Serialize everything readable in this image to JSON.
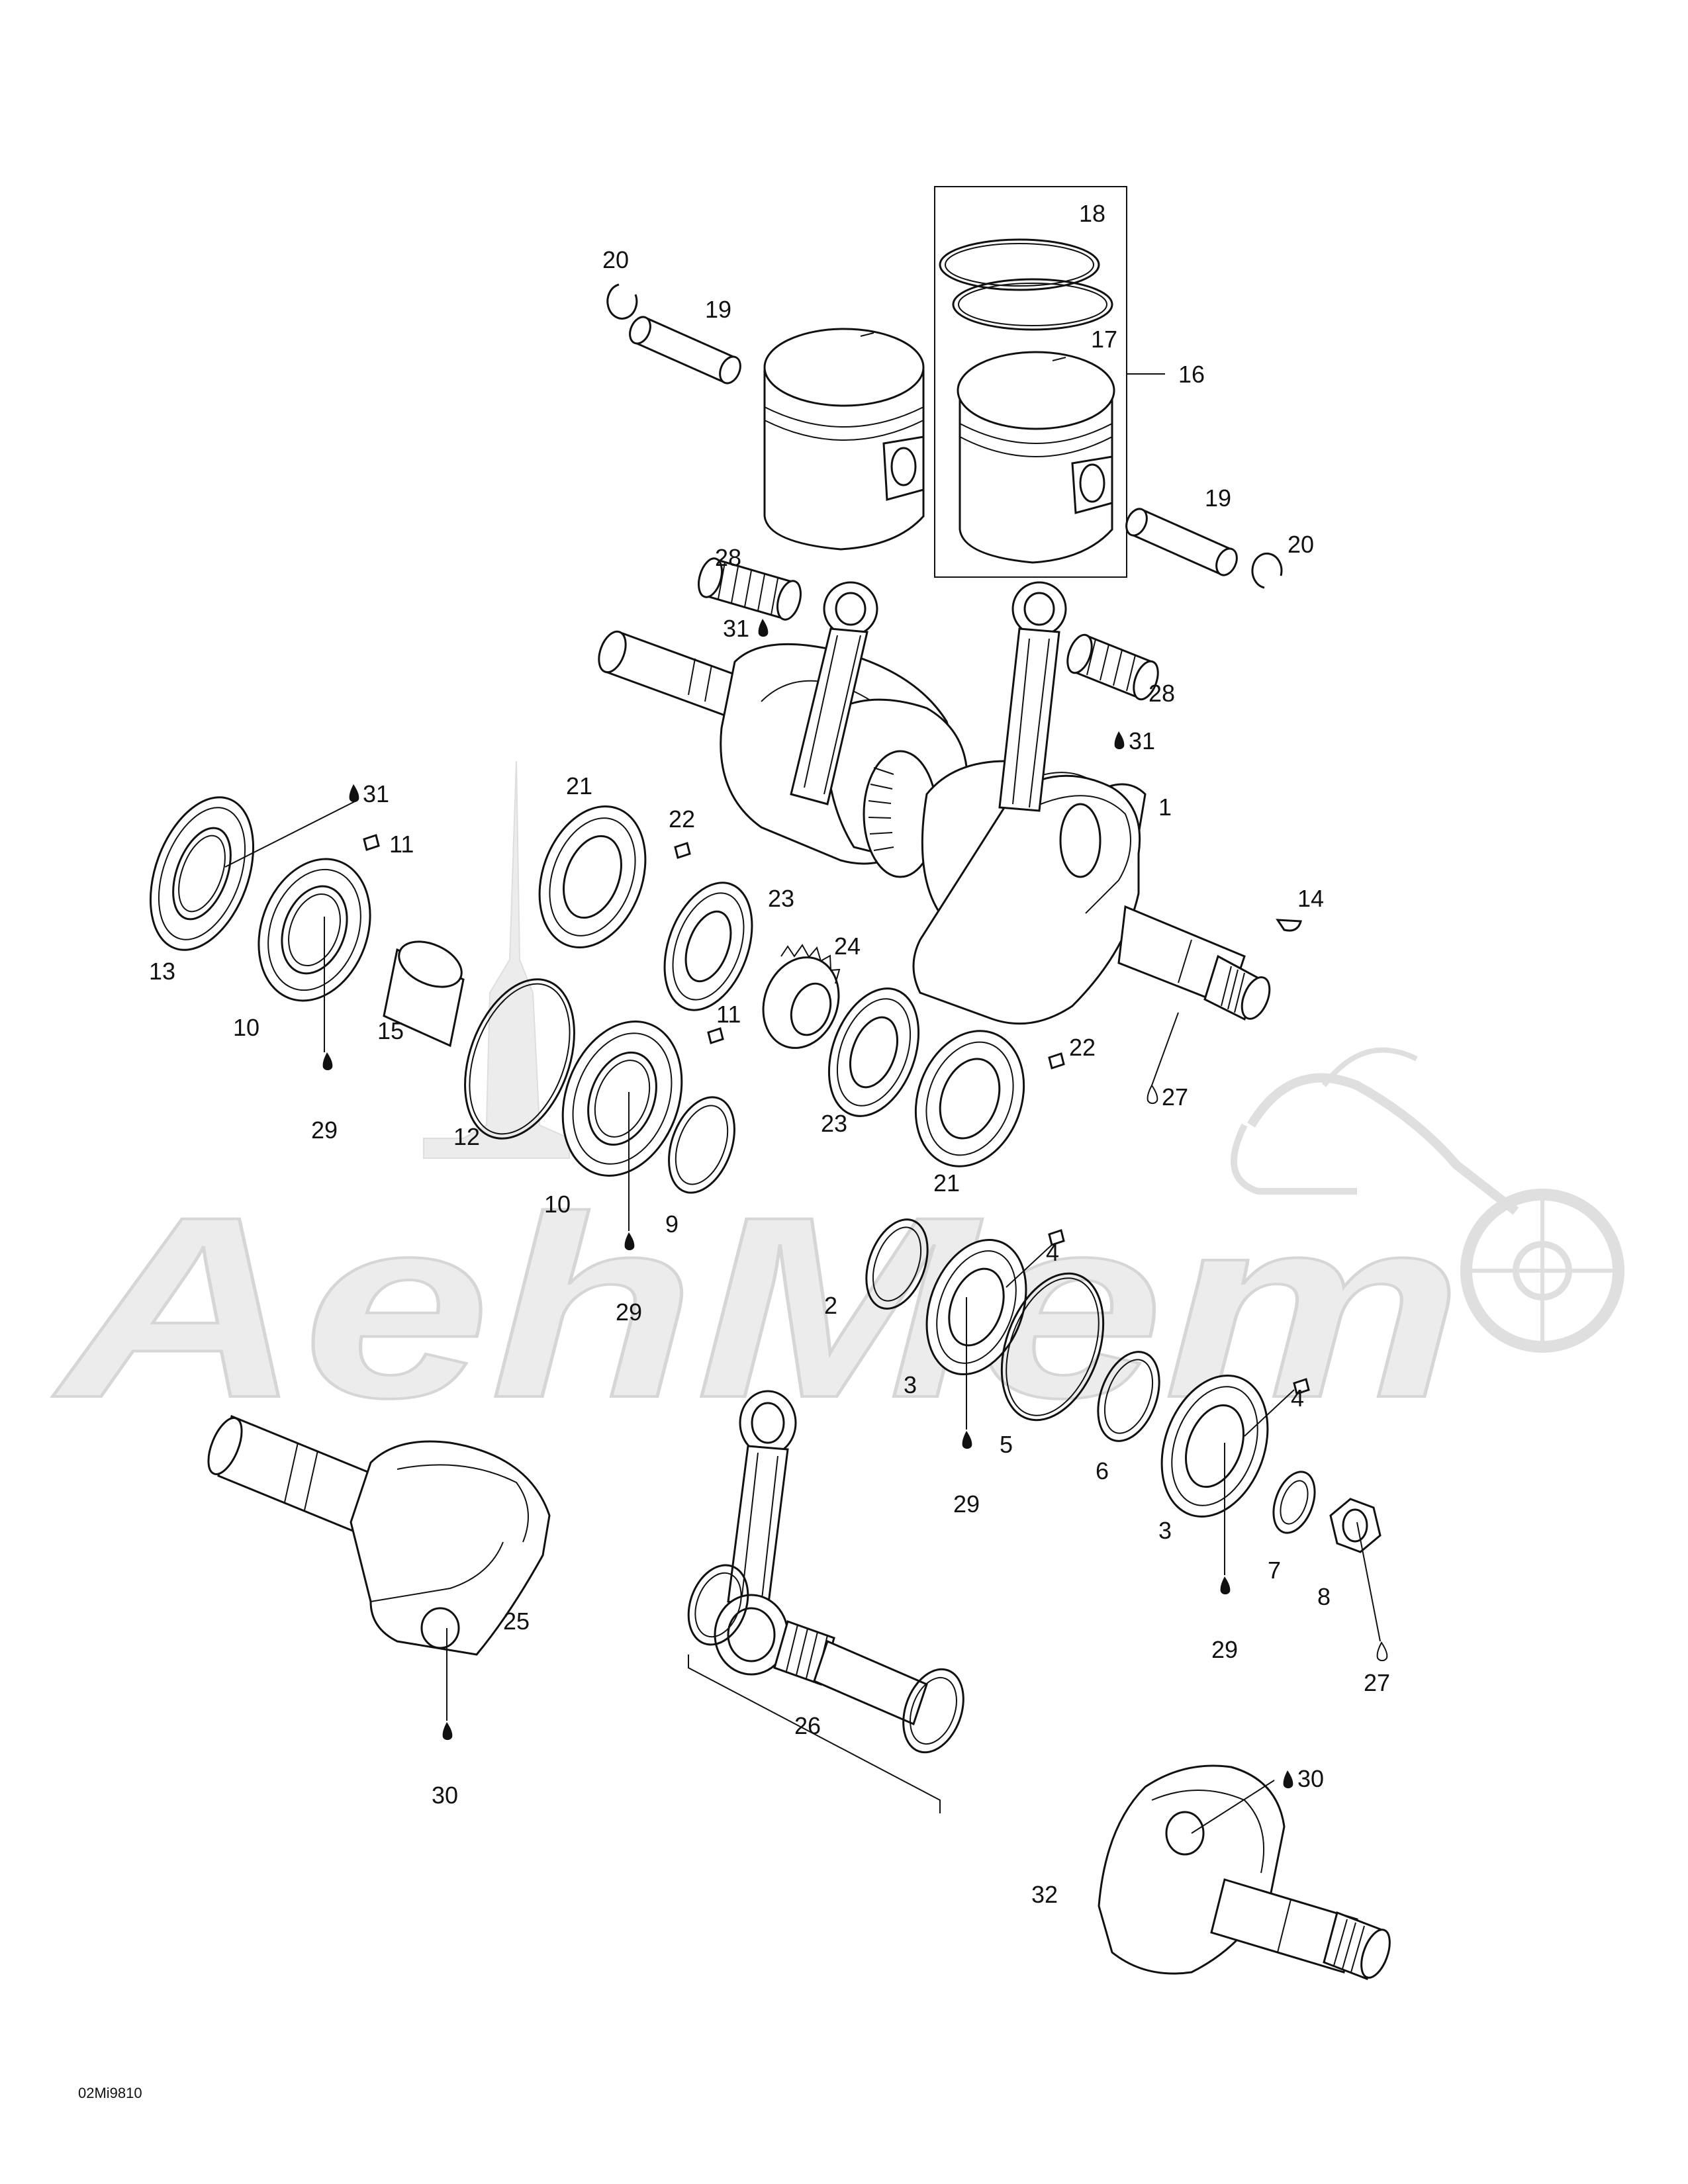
{
  "watermark": {
    "text": "AehMem"
  },
  "diagram_code": "02Mi9810",
  "callouts": {
    "c1": "1",
    "c2": "2",
    "c3a": "3",
    "c3b": "3",
    "c4a": "4",
    "c4b": "4",
    "c5": "5",
    "c6": "6",
    "c7": "7",
    "c8": "8",
    "c9": "9",
    "c10a": "10",
    "c10b": "10",
    "c11a": "11",
    "c11b": "11",
    "c12": "12",
    "c13": "13",
    "c14": "14",
    "c15": "15",
    "c16": "16",
    "c17": "17",
    "c18": "18",
    "c19a": "19",
    "c19b": "19",
    "c20a": "20",
    "c20b": "20",
    "c21a": "21",
    "c21b": "21",
    "c22a": "22",
    "c22b": "22",
    "c23a": "23",
    "c23b": "23",
    "c24": "24",
    "c25": "25",
    "c26": "26",
    "c27a": "27",
    "c27b": "27",
    "c28a": "28",
    "c28b": "28",
    "c29a": "29",
    "c29b": "29",
    "c29c": "29",
    "c29d": "29",
    "c30a": "30",
    "c30b": "30",
    "c31a": "31",
    "c31b": "31",
    "c31c": "31",
    "c32": "32"
  },
  "colors": {
    "ink": "#111111",
    "watermark": "#e9e9e9",
    "background": "#ffffff"
  }
}
